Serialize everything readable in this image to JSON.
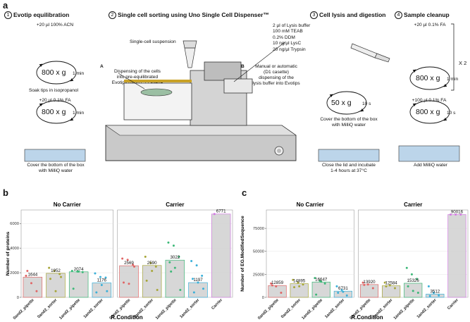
{
  "panel_a": {
    "letter": "a",
    "step1": {
      "num": "1",
      "title": "Evotip equilibration",
      "reagent1": "+20 µl 100% ACN",
      "cfg1": "800 x g",
      "time1": "1 min",
      "soak": "Soak tips in isopropanol",
      "reagent2": "+20 µl 0.1% FA",
      "cfg2": "800 x g",
      "time2": "1 min",
      "cover_line1": "Cover the bottom of the box",
      "cover_line2": "with MilliQ water"
    },
    "step2": {
      "num": "2",
      "title": "Single cell sorting using Uno Single Cell Dispenser™",
      "suspension": "Single-cell suspension",
      "a_letter": "A",
      "a_line1": "Dispensing of the cells",
      "a_line2": "into pre-equilibrated",
      "a_line3": "Evotips using C1 casette",
      "b_letter": "B",
      "b_line1": "Manual or automatic",
      "b_line2": "(D1 casette)",
      "b_line3": "dispensing of the",
      "b_line4": "lysis buffer into Evotips"
    },
    "step3": {
      "num": "3",
      "title": "Cell lysis and digestion",
      "buffer": [
        "2 µl of Lysis buffer",
        "100 mM TEAB",
        "0.2% DDM",
        "10 ng/µl LysC",
        "20 ng/µl Trypsin"
      ],
      "cfg": "50 x g",
      "time": "10 s",
      "cover_line1": "Cover the bottom of the box",
      "cover_line2": "with MilliQ water",
      "close_line1": "Close the lid and incubate",
      "close_line2": "1-4 hours at 37°C"
    },
    "step4": {
      "num": "4",
      "title": "Sample cleanup",
      "reagent1": "+20 µl 0.1% FA",
      "cfg1": "800 x g",
      "time1": "1 min",
      "repeat": "X 2",
      "reagent2": "+100 µl 0.1% FA",
      "cfg2": "800 x g",
      "time2": "10 s",
      "add": "Add MilliQ water"
    }
  },
  "chart_data": [
    {
      "panel": "b",
      "type": "bar",
      "ylabel": "Number of proteins",
      "xlabel": "R.Condition",
      "facets": [
        "No Carrier",
        "Carrier"
      ],
      "ylim": [
        0,
        7100
      ],
      "yticks": [
        0,
        2000,
        4000,
        6000
      ],
      "categories": [
        "0and2_pipette",
        "0and2_sorter",
        "1and2_pipette",
        "1and2_sorter",
        "0and2_pipette",
        "0and2_sorter",
        "1and2_pipette",
        "1and2_sorter",
        "Carrier"
      ],
      "facet_index": [
        0,
        0,
        0,
        0,
        1,
        1,
        1,
        1,
        1
      ],
      "values": [
        1644,
        1952,
        2074,
        1176,
        2569,
        2590,
        3022,
        1197,
        6771
      ],
      "value_labels": [
        "1644",
        "1952",
        "2074",
        "1176",
        "2569",
        "2590",
        "3022",
        "1197",
        "6771"
      ],
      "points": [
        [
          1750,
          1150,
          500,
          2150
        ],
        [
          2400,
          2150,
          1900,
          1500,
          500,
          1650
        ],
        [
          2150,
          2100,
          2050,
          700,
          2100
        ],
        [
          1950,
          1650,
          1600,
          400,
          1000,
          500
        ],
        [
          3150,
          3050,
          2650,
          1200,
          1100,
          2500
        ],
        [
          3300,
          2800,
          2500,
          1350,
          2150,
          600
        ],
        [
          4450,
          4200,
          3300,
          2850,
          2400,
          600,
          2100
        ],
        [
          2950,
          2600,
          1750,
          1500,
          1200,
          700,
          400
        ],
        [
          6771
        ]
      ]
    },
    {
      "panel": "c",
      "type": "bar",
      "ylabel": "Number of EG.ModifiedSequence",
      "xlabel": "R.Condition",
      "facets": [
        "No Carrier",
        "Carrier"
      ],
      "ylim": [
        0,
        95000
      ],
      "yticks": [
        0,
        25000,
        50000,
        75000
      ],
      "categories": [
        "0and2_pipette",
        "0and2_sorter",
        "1and2_pipette",
        "1and2_sorter",
        "0and2_pipette",
        "0and2_sorter",
        "1and2_pipette",
        "1and2_sorter",
        "Carrier"
      ],
      "facet_index": [
        0,
        0,
        0,
        0,
        1,
        1,
        1,
        1,
        1
      ],
      "values": [
        12859,
        14895,
        16647,
        6731,
        13920,
        12584,
        15326,
        3512,
        90016
      ],
      "value_labels": [
        "12859",
        "14895",
        "16647",
        "6731",
        "13920",
        "12584",
        "15326",
        "3512",
        "90016"
      ],
      "points": [
        [
          15000,
          12000,
          5000,
          13000
        ],
        [
          19000,
          16000,
          14000,
          11000,
          12000
        ],
        [
          21000,
          18000,
          15000,
          3000,
          17000
        ],
        [
          12000,
          8000,
          2000,
          5000,
          6000
        ],
        [
          16000,
          14000,
          10000,
          13500
        ],
        [
          16000,
          13000,
          10000,
          12000
        ],
        [
          32000,
          25000,
          20000,
          12000,
          7000,
          5000
        ],
        [
          12000,
          5000,
          2000,
          1500
        ],
        [
          90016,
          90016,
          90016
        ]
      ]
    }
  ],
  "colors": {
    "bar_fill": "#d3d3d3",
    "cond": [
      "#e06666",
      "#a7a63a",
      "#3cb878",
      "#3ab0d9",
      "#d07be0"
    ],
    "liquid": "#bcd5ea",
    "pellet": "#9bbfa3",
    "tip_gold": "#c9a227"
  }
}
